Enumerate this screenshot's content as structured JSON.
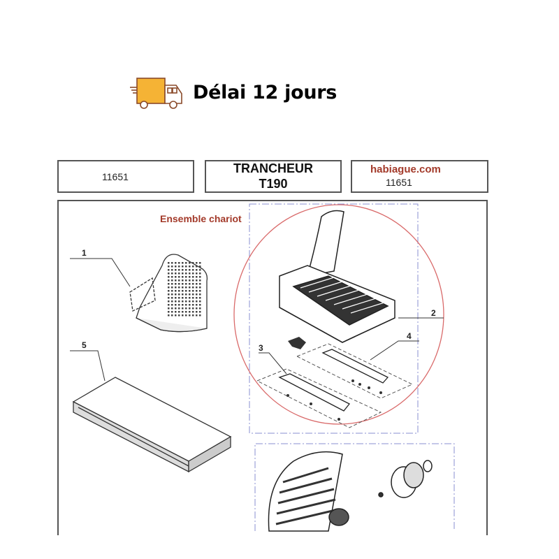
{
  "banner": {
    "icon": "delivery-truck-icon",
    "text": "Délai 12 jours"
  },
  "header": {
    "ref_left": "11651",
    "title_line1": "TRANCHEUR",
    "title_line2": "T190",
    "site": "habiague.com",
    "ref_right": "11651"
  },
  "diagram": {
    "section_label": "Ensemble chariot",
    "part_labels": [
      "1",
      "2",
      "3",
      "4",
      "5"
    ]
  },
  "colors": {
    "accent_red": "#a33a2a",
    "truck_orange": "#f5b335",
    "circle_red": "#d96a6a",
    "dash_blue": "#8a8fd0"
  }
}
